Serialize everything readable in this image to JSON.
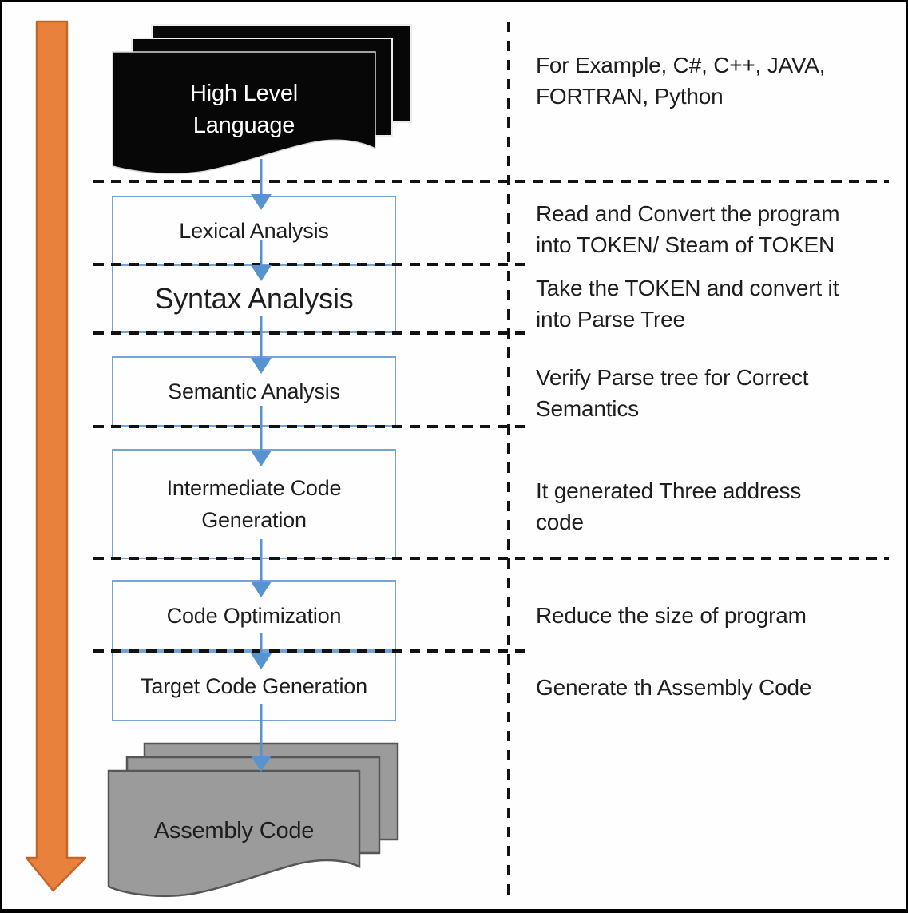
{
  "flow": {
    "source": {
      "label": "High Level\nLanguage",
      "note": "For Example, C#, C++, JAVA,\nFORTRAN, Python"
    },
    "stages": [
      {
        "label": "Lexical Analysis",
        "note": "Read and Convert the program\ninto TOKEN/ Steam of TOKEN"
      },
      {
        "label": "Syntax Analysis",
        "note": "Take the TOKEN and convert it\ninto Parse Tree"
      },
      {
        "label": "Semantic Analysis",
        "note": "Verify Parse tree for Correct\nSemantics"
      },
      {
        "label": "Intermediate Code\nGeneration",
        "note": "It generated Three address\ncode"
      },
      {
        "label": "Code Optimization",
        "note": "Reduce the size of program"
      },
      {
        "label": "Target Code Generation",
        "note": "Generate th Assembly Code"
      }
    ],
    "output": {
      "label": "Assembly Code"
    }
  },
  "colors": {
    "accent_orange": "#E8813C",
    "accent_orange_dark": "#C2662A",
    "connector_blue": "#5693CF",
    "box_border_blue": "#74A3D4",
    "doc_black": "#070707",
    "doc_gray": "#9B9B9B",
    "doc_gray_border": "#565656",
    "ink": "#1E1E1E"
  }
}
